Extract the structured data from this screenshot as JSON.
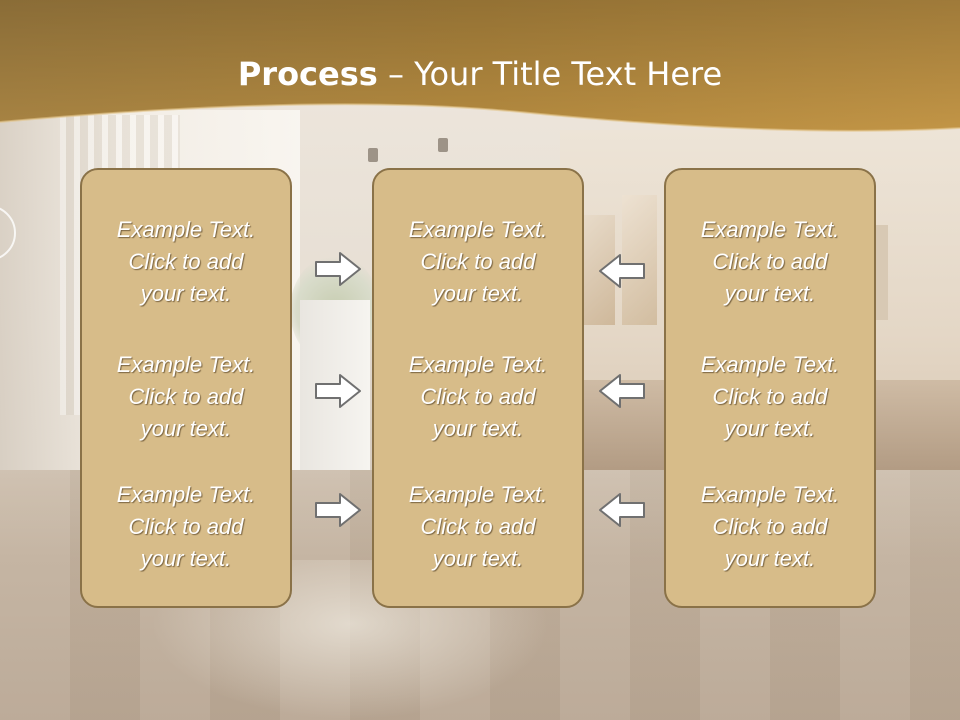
{
  "slide": {
    "title_bold": "Process",
    "title_rest": " – Your Title Text Here"
  },
  "colors": {
    "header_gold": "#b8893a",
    "box_fill": "#d7bc89",
    "box_border": "#8a7248",
    "arrow_fill": "#ffffff",
    "arrow_stroke": "#707070"
  },
  "columns": [
    {
      "items": [
        "Example Text.\nClick  to add\nyour text.",
        "Example Text.\nClick  to add\nyour text.",
        "Example Text.\nClick  to add\nyour text."
      ]
    },
    {
      "items": [
        "Example Text.\nClick  to add\nyour text.",
        "Example Text.\nClick  to add\nyour text.",
        "Example Text.\nClick  to add\nyour text."
      ]
    },
    {
      "items": [
        "Example Text.\nClick  to add\nyour text.",
        "Example Text.\nClick  to add\nyour text.",
        "Example Text.\nClick  to add\nyour text."
      ]
    }
  ],
  "arrows": {
    "left_group": [
      "right-arrow-icon",
      "right-arrow-icon",
      "right-arrow-icon"
    ],
    "right_group": [
      "left-arrow-icon",
      "left-arrow-icon",
      "left-arrow-icon"
    ]
  }
}
